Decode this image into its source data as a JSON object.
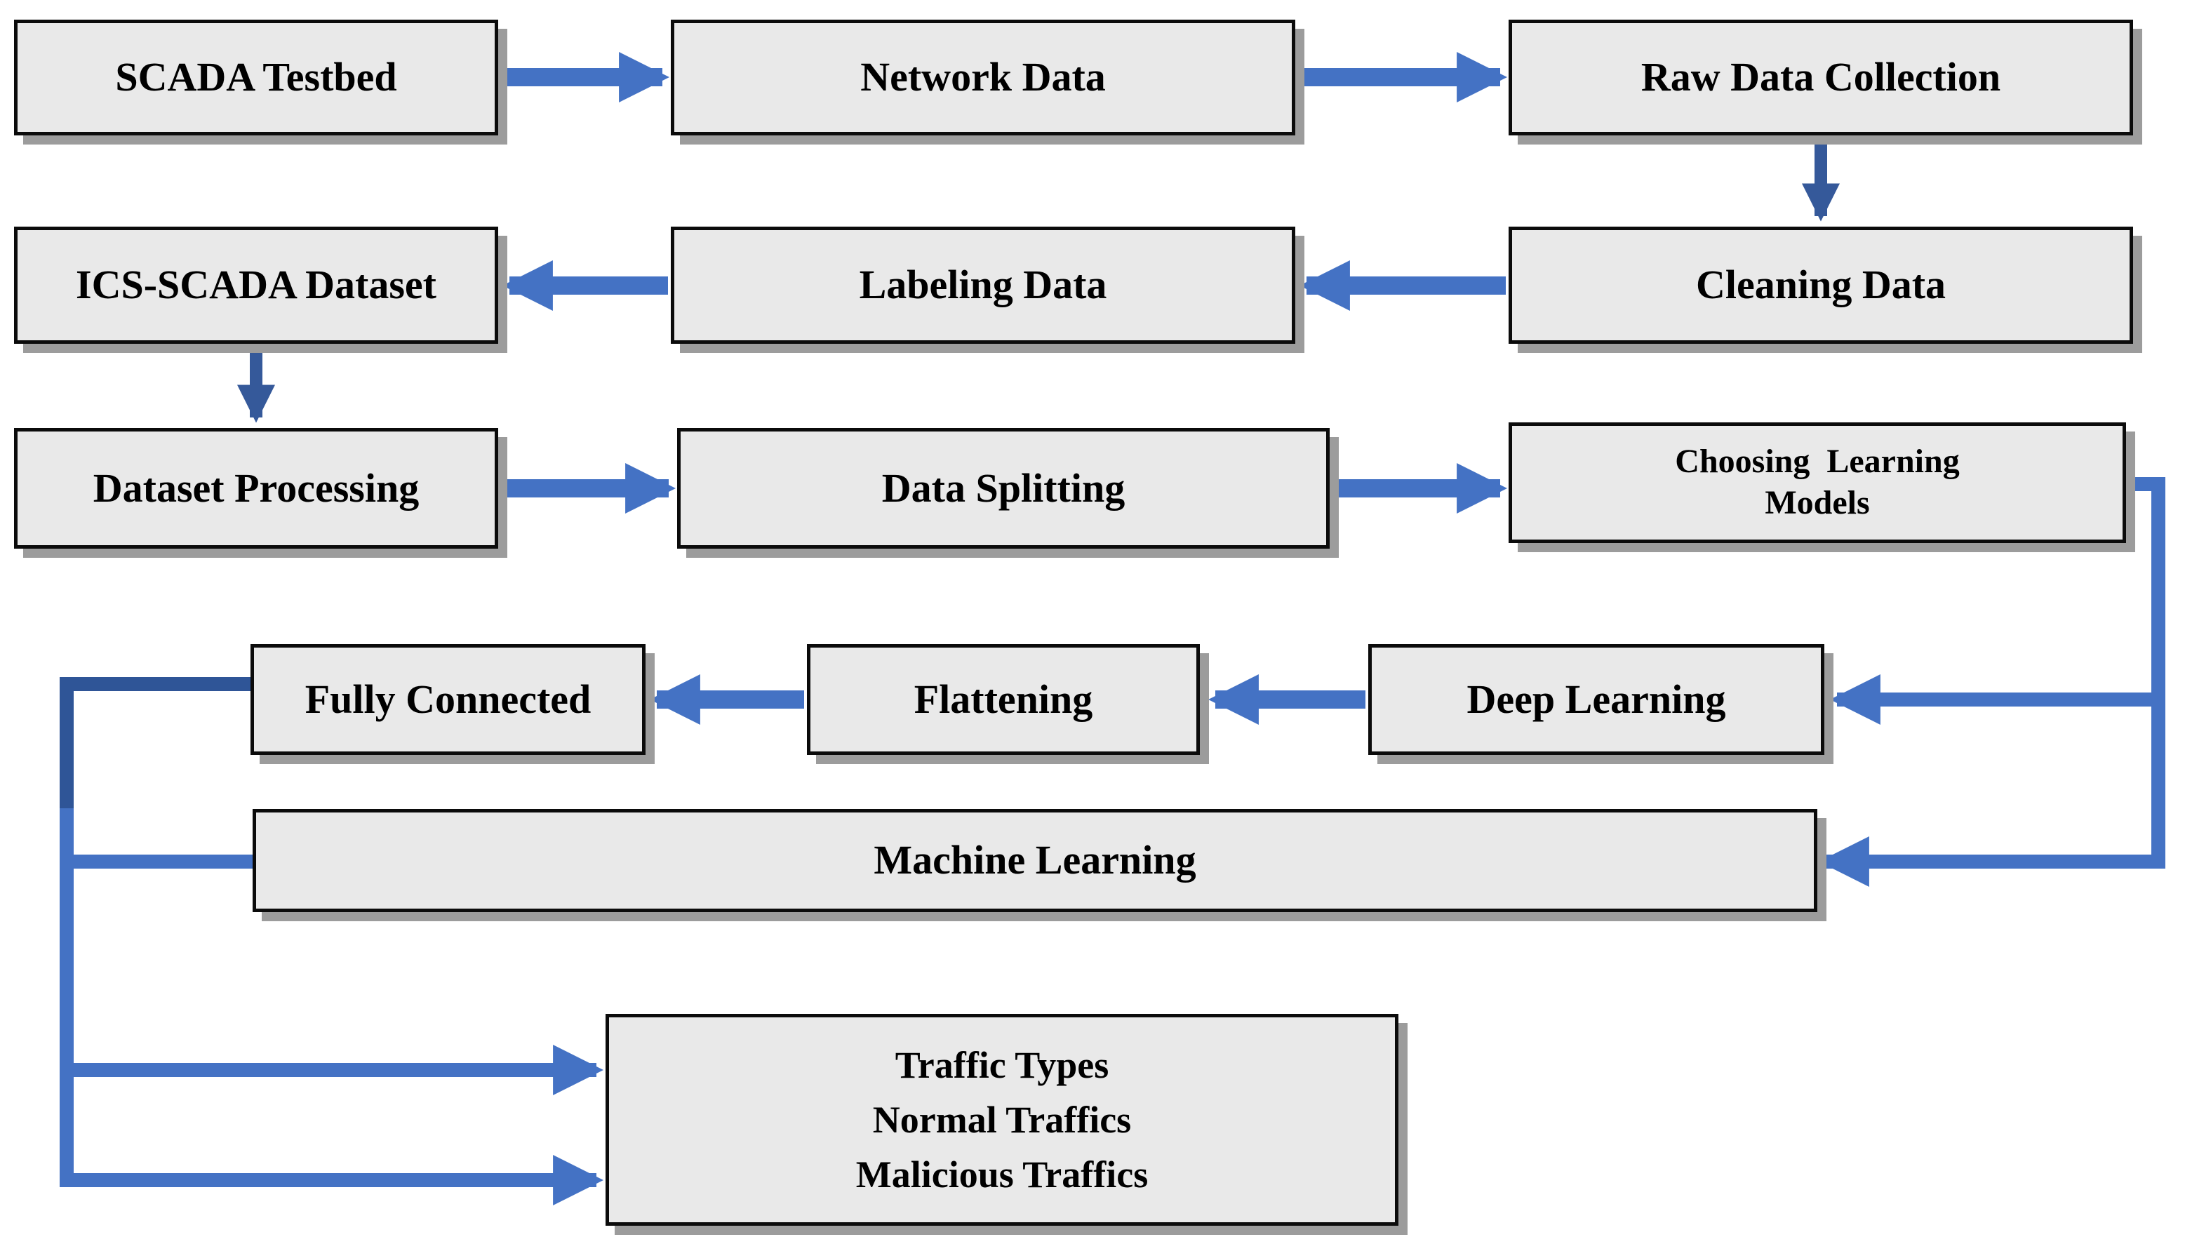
{
  "diagram": {
    "type": "flowchart",
    "colors": {
      "arrow_blue": "#4472C4",
      "arrow_dark_blue": "#2F5597",
      "down_arrow_blue": "#35599A",
      "box_fill": "#E9E9E9",
      "box_border": "#0B0B0B",
      "box_shadow": "#9C9C9C",
      "background": "#FFFFFF",
      "text": "#000000"
    },
    "nodes": {
      "scada_testbed": {
        "label": "SCADA Testbed"
      },
      "network_data": {
        "label": "Network Data"
      },
      "raw_data_collection": {
        "label": "Raw Data Collection"
      },
      "ics_scada_dataset": {
        "label": "ICS-SCADA Dataset"
      },
      "labeling_data": {
        "label": "Labeling Data"
      },
      "cleaning_data": {
        "label": "Cleaning Data"
      },
      "dataset_processing": {
        "label": "Dataset Processing"
      },
      "data_splitting": {
        "label": "Data Splitting"
      },
      "choosing_learning_models": {
        "lines": [
          "Choosing  Learning",
          "Models"
        ]
      },
      "fully_connected": {
        "label": "Fully Connected"
      },
      "flattening": {
        "label": "Flattening"
      },
      "deep_learning": {
        "label": "Deep Learning"
      },
      "machine_learning": {
        "label": "Machine Learning"
      },
      "traffic_types": {
        "lines": [
          "Traffic Types",
          "Normal Traffics",
          "Malicious Traffics"
        ]
      }
    },
    "edges": [
      {
        "from": "SCADA Testbed",
        "to": "Network Data"
      },
      {
        "from": "Network Data",
        "to": "Raw Data Collection"
      },
      {
        "from": "Raw Data Collection",
        "to": "Cleaning Data"
      },
      {
        "from": "Cleaning Data",
        "to": "Labeling Data"
      },
      {
        "from": "Labeling Data",
        "to": "ICS-SCADA Dataset"
      },
      {
        "from": "ICS-SCADA Dataset",
        "to": "Dataset Processing"
      },
      {
        "from": "Dataset Processing",
        "to": "Data Splitting"
      },
      {
        "from": "Data Splitting",
        "to": "Choosing Learning Models"
      },
      {
        "from": "Choosing Learning Models",
        "to": "Deep Learning"
      },
      {
        "from": "Choosing Learning Models",
        "to": "Machine Learning"
      },
      {
        "from": "Deep Learning",
        "to": "Flattening"
      },
      {
        "from": "Flattening",
        "to": "Fully Connected"
      },
      {
        "from": "Fully Connected",
        "to": "Traffic Types"
      },
      {
        "from": "Machine Learning",
        "to": "Traffic Types"
      }
    ]
  }
}
